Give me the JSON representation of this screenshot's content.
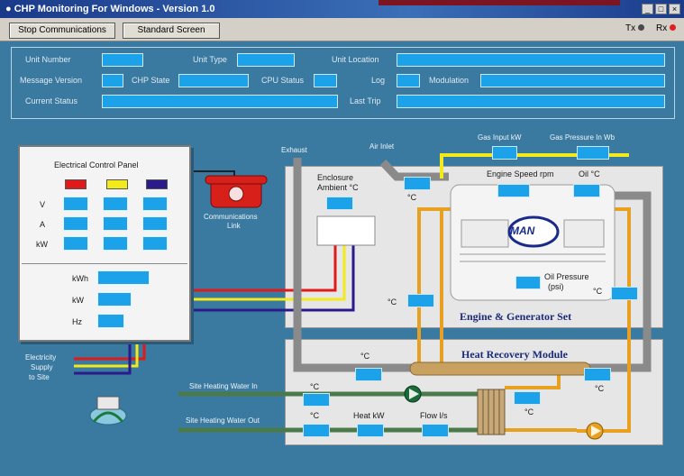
{
  "window": {
    "title": "CHP Monitoring For Windows - Version 1.0"
  },
  "toolbar": {
    "stop_label": "Stop Communications",
    "standard_label": "Standard Screen",
    "indicators": [
      {
        "label": "Tx",
        "color": "#4a4a4a"
      },
      {
        "label": "Rx",
        "color": "#e02020"
      }
    ]
  },
  "unit_info": {
    "unit_number_label": "Unit Number",
    "unit_type_label": "Unit Type",
    "unit_location_label": "Unit Location",
    "message_version_label": "Message Version",
    "chp_state_label": "CHP State",
    "cpu_status_label": "CPU Status",
    "log_label": "Log",
    "modulation_label": "Modulation",
    "current_status_label": "Current Status",
    "last_trip_label": "Last Trip"
  },
  "electrical_panel": {
    "title": "Electrical Control Panel",
    "phase_colors": [
      "#e01a1a",
      "#f2ea1a",
      "#2a1a8a"
    ],
    "row_labels": [
      "V",
      "A",
      "kW"
    ],
    "total_labels": [
      "kWh",
      "kW",
      "Hz"
    ]
  },
  "comms": {
    "label_line1": "Communications",
    "label_line2": "Link"
  },
  "diagram": {
    "exhaust_label": "Exhaust",
    "air_inlet_label": "Air Inlet",
    "gas_input_label": "Gas Input kW",
    "gas_pressure_label": "Gas Pressure In Wb",
    "enclosure_line1": "Enclosure",
    "enclosure_line2": "Ambient °C",
    "engine_speed_label": "Engine Speed rpm",
    "oil_temp_label": "Oil °C",
    "oil_pressure_line1": "Oil Pressure",
    "oil_pressure_line2": "(psi)",
    "engine_module_title": "Engine & Generator Set",
    "heat_module_title": "Heat Recovery Module",
    "site_in_label": "Site Heating Water In",
    "site_out_label": "Site Heating Water Out",
    "heat_kw_label": "Heat kW",
    "flow_label": "Flow l/s",
    "supply_line1": "Electricity",
    "supply_line2": "Supply",
    "supply_line3": "to Site",
    "deg_c": "°C",
    "man_logo": "MAN"
  }
}
